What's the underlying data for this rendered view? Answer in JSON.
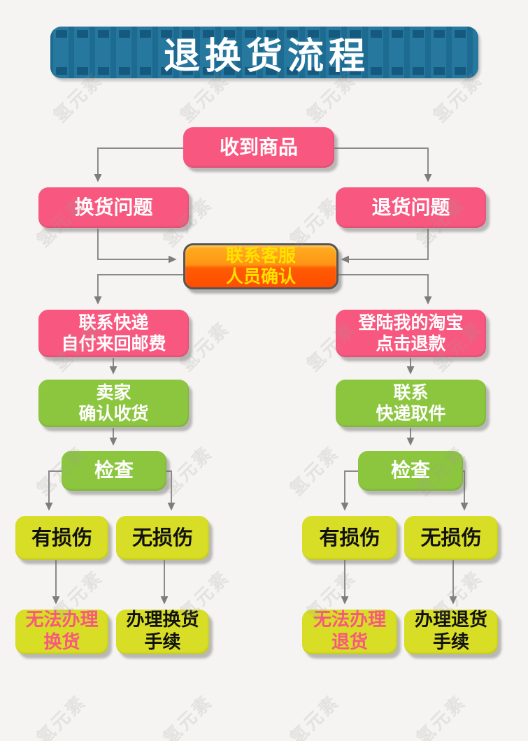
{
  "title": "退换货流程",
  "watermark": {
    "text": "氢元素"
  },
  "colors": {
    "background": "#f5f4f2",
    "banner_teal": "#1e6f95",
    "pink": "#f8587f",
    "orange_top": "#ffaf22",
    "orange_bottom": "#ff4d00",
    "orange_border": "#565656",
    "orange_text": "#ffe100",
    "green": "#8cc63f",
    "yellow_green": "#d8de26",
    "connector_gray": "#8a8a8a"
  },
  "nodes": {
    "received": {
      "label": "收到商品"
    },
    "exchange_issue": {
      "label": "换货问题"
    },
    "return_issue": {
      "label": "退货问题"
    },
    "contact_service": {
      "label": "联系客服\n人员确认"
    },
    "contact_courier": {
      "label": "联系快递\n自付来回邮费"
    },
    "login_taobao": {
      "label": "登陆我的淘宝\n点击退款"
    },
    "seller_confirm": {
      "label": "卖家\n确认收货"
    },
    "courier_pickup": {
      "label": "联系\n快递取件"
    },
    "inspect_left": {
      "label": "检查"
    },
    "inspect_right": {
      "label": "检查"
    },
    "damaged_left": {
      "label": "有损伤"
    },
    "undamaged_left": {
      "label": "无损伤"
    },
    "damaged_right": {
      "label": "有损伤"
    },
    "undamaged_right": {
      "label": "无损伤"
    },
    "cannot_exchange": {
      "label": "无法办理\n换货"
    },
    "exchange_procedure": {
      "label": "办理换货\n手续"
    },
    "cannot_return": {
      "label": "无法办理\n退货"
    },
    "return_procedure": {
      "label": "办理退货\n手续"
    }
  }
}
